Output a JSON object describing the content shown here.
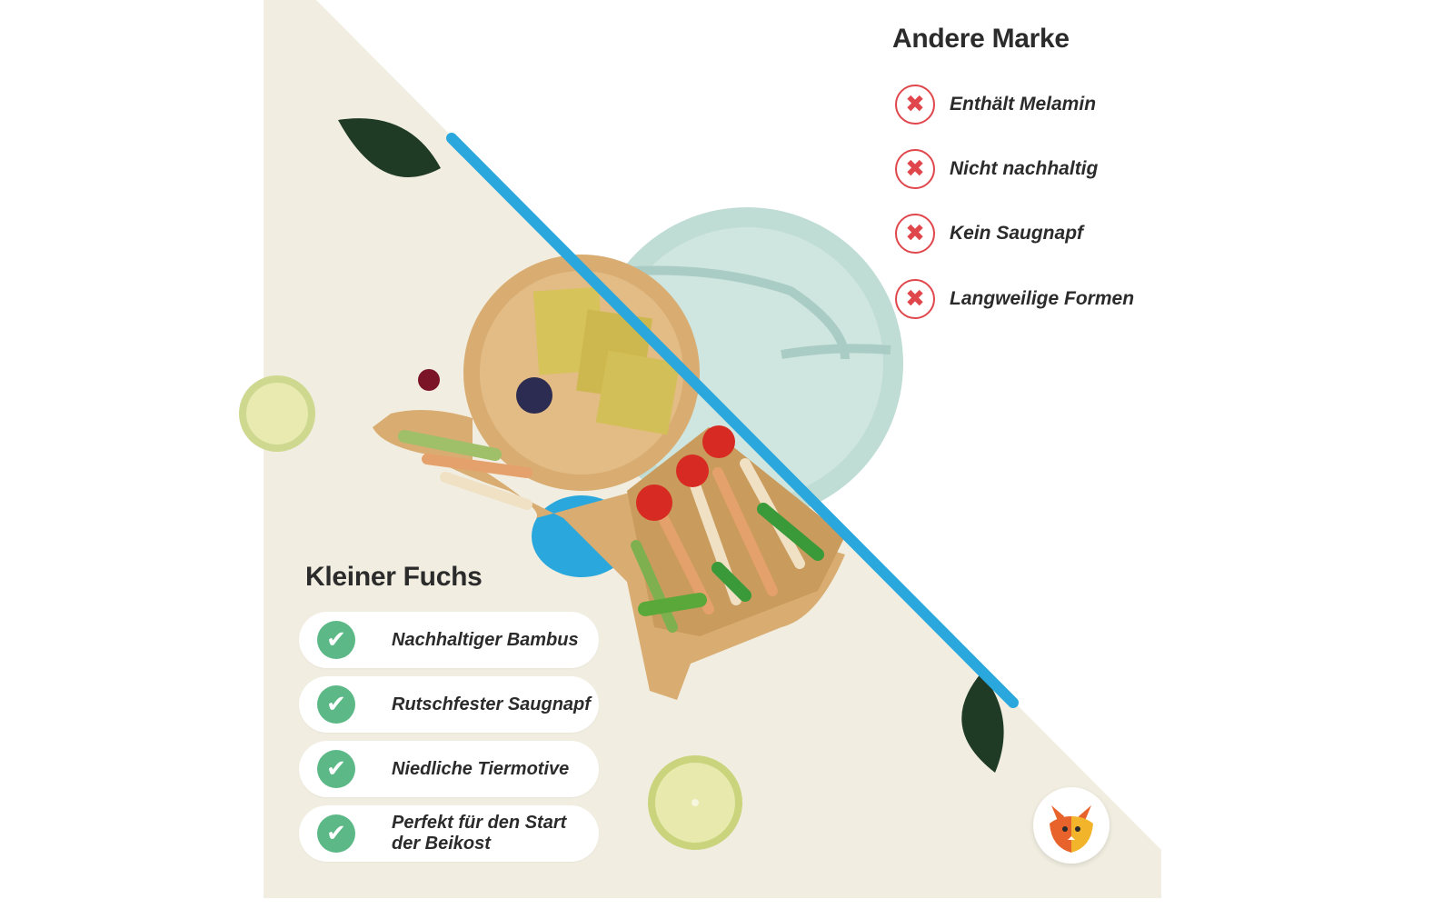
{
  "colors": {
    "cream_background": "#f1eee1",
    "divider_blue": "#2aa7dc",
    "cross_red": "#e0474c",
    "check_green": "#5cb987",
    "text_dark": "#2b2b2b",
    "silicone_plate": "#bfdcd5",
    "bamboo_plate": "#d9ad72"
  },
  "other_brand": {
    "heading": "Andere Marke",
    "items": [
      {
        "label": "Enthält Melamin",
        "icon": "x-mark-icon"
      },
      {
        "label": "Nicht nachhaltig",
        "icon": "x-mark-icon"
      },
      {
        "label": "Kein Saugnapf",
        "icon": "x-mark-icon"
      },
      {
        "label": "Langweilige Formen",
        "icon": "x-mark-icon"
      }
    ]
  },
  "our_brand": {
    "heading": "Kleiner Fuchs",
    "items": [
      {
        "label": "Nachhaltiger Bambus",
        "icon": "check-icon"
      },
      {
        "label": "Rutschfester Saugnapf",
        "icon": "check-icon"
      },
      {
        "label": "Niedliche Tiermotive",
        "icon": "check-icon"
      },
      {
        "label": "Perfekt für den Start der Beikost",
        "icon": "check-icon"
      }
    ]
  },
  "logo": {
    "icon": "fox-logo-icon"
  }
}
